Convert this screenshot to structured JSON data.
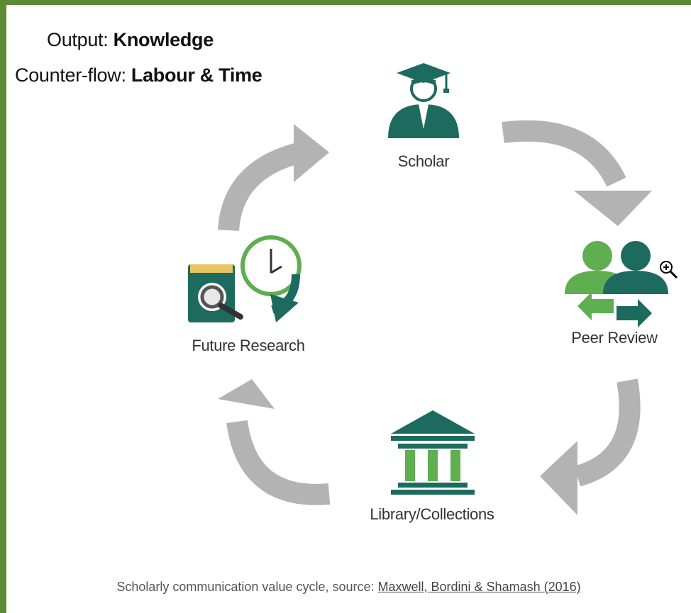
{
  "legend": {
    "output_prefix": "Output: ",
    "output_value": "Knowledge",
    "counterflow_prefix": "Counter-flow: ",
    "counterflow_value": "Labour & Time"
  },
  "nodes": {
    "scholar": "Scholar",
    "peer_review": "Peer Review",
    "library": "Library/Collections",
    "future_research": "Future Research"
  },
  "caption": {
    "text": "Scholarly communication value cycle, source: ",
    "link": "Maxwell, Bordini & Shamash (2016)"
  },
  "colors": {
    "dark_teal": "#1d6b5e",
    "light_green": "#5fae50",
    "arrow_gray": "#b3b3b3",
    "book_yellow": "#e8c563",
    "frame_green": "#5b8a35"
  },
  "icons": {
    "scholar": "graduate-icon",
    "peer_review": "two-people-exchange-icon",
    "library": "library-building-icon",
    "future_research": "book-magnifier-clock-icon",
    "cursor": "zoom-in-cursor-icon"
  }
}
